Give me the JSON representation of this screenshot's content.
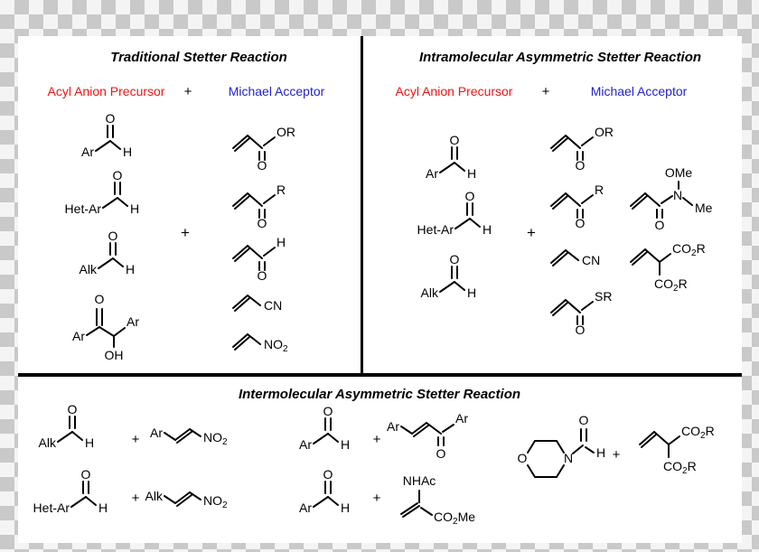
{
  "titles": {
    "traditional": "Traditional Stetter Reaction",
    "intramolecular": "Intramolecular Asymmetric Stetter Reaction",
    "intermolecular": "Intermolecular Asymmetric Stetter Reaction"
  },
  "labels": {
    "precursor": "Acyl Anion Precursor",
    "acceptor": "Michael Acceptor",
    "plus": "+"
  },
  "atoms": {
    "O": "O",
    "H": "H",
    "N": "N",
    "Ar": "Ar",
    "HetAr": "Het-Ar",
    "Alk": "Alk",
    "OR": "OR",
    "R": "R",
    "OH": "OH",
    "SR": "SR",
    "OMe": "OMe",
    "Me": "Me",
    "NHAc": "NHAc",
    "CN": "CN",
    "NO": "NO",
    "CO": "CO",
    "sub2": "2"
  },
  "colors": {
    "precursor_red": "#f01414",
    "acceptor_blue": "#2222cc",
    "bond_black": "#000000",
    "panel_white": "#ffffff",
    "checker_dark": "#c9c9c9",
    "checker_light": "#f4f4f4"
  }
}
